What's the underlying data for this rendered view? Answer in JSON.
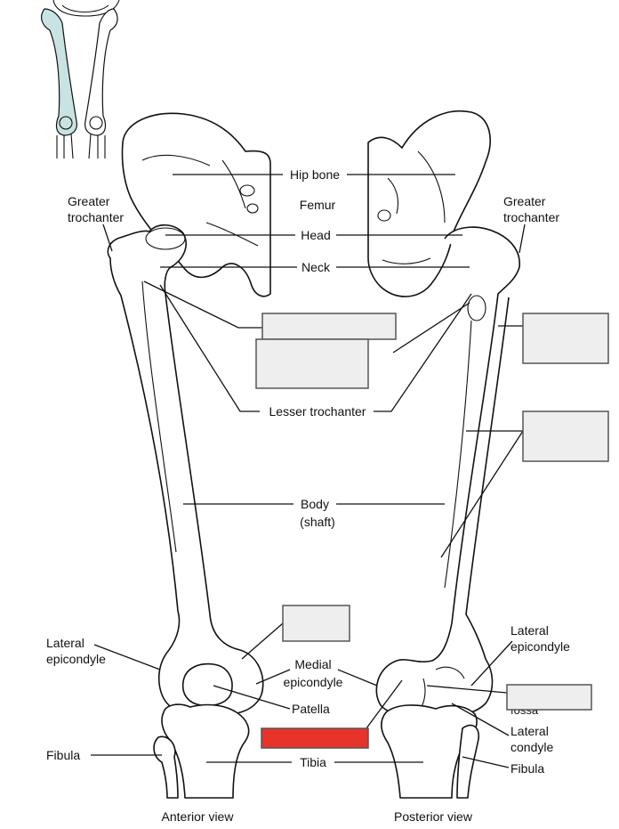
{
  "labels": {
    "hip_bone": "Hip bone",
    "femur": "Femur",
    "head": "Head",
    "neck": "Neck",
    "greater_trochanter_left_1": "Greater",
    "greater_trochanter_left_2": "trochanter",
    "greater_trochanter_right_1": "Greater",
    "greater_trochanter_right_2": "trochanter",
    "lesser_trochanter": "Lesser trochanter",
    "body_1": "Body",
    "body_2": "(shaft)",
    "lateral_epicondyle_left_1": "Lateral",
    "lateral_epicondyle_left_2": "epicondyle",
    "lateral_epicondyle_right_1": "Lateral",
    "lateral_epicondyle_right_2": "epicondyle",
    "medial_epicondyle_1": "Medial",
    "medial_epicondyle_2": "epicondyle",
    "patella": "Patella",
    "fossa_partial": "fossa",
    "lateral_condyle_1": "Lateral",
    "lateral_condyle_2": "condyle",
    "fibula_left": "Fibula",
    "fibula_right": "Fibula",
    "tibia": "Tibia",
    "anterior_view": "Anterior view",
    "posterior_view": "Posterior view"
  },
  "colors": {
    "blank_box": "#eeeeee",
    "highlight_box": "#e8332a",
    "thumbnail_femur": "#c9e3e3"
  }
}
